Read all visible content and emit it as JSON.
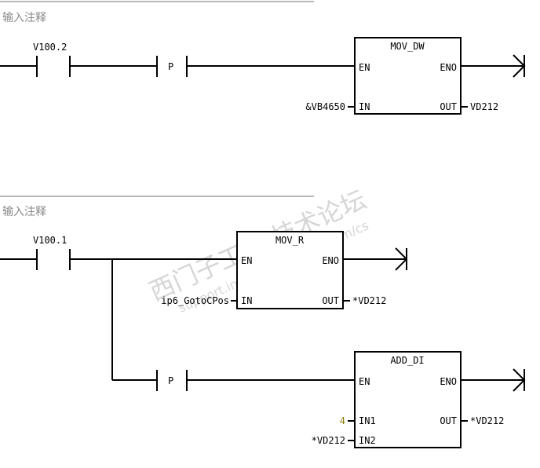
{
  "watermark": {
    "line1": "西门子工业 技术论坛",
    "line2": "support.industry.siemens.com/cs"
  },
  "colors": {
    "wire": "#000000",
    "comment_text": "#888888",
    "separator": "#b8b8b8",
    "constant_value": "#8a7a00"
  },
  "networks": [
    {
      "comment": "输入注释",
      "contact_address": "V100.2",
      "edge_label": "P",
      "block": {
        "title": "MOV_DW",
        "en": "EN",
        "eno": "ENO",
        "in_pin": "IN",
        "in_value": "&VB4650",
        "out_pin": "OUT",
        "out_value": "VD212"
      }
    },
    {
      "comment": "输入注释",
      "contact_address": "V100.1",
      "block1": {
        "title": "MOV_R",
        "en": "EN",
        "eno": "ENO",
        "in_pin": "IN",
        "in_value": "ip6_GotoCPos",
        "out_pin": "OUT",
        "out_value": "*VD212"
      },
      "edge_label": "P",
      "block2": {
        "title": "ADD_DI",
        "en": "EN",
        "eno": "ENO",
        "in1_pin": "IN1",
        "in1_value": "4",
        "in2_pin": "IN2",
        "in2_value": "*VD212",
        "out_pin": "OUT",
        "out_value": "*VD212"
      }
    }
  ]
}
